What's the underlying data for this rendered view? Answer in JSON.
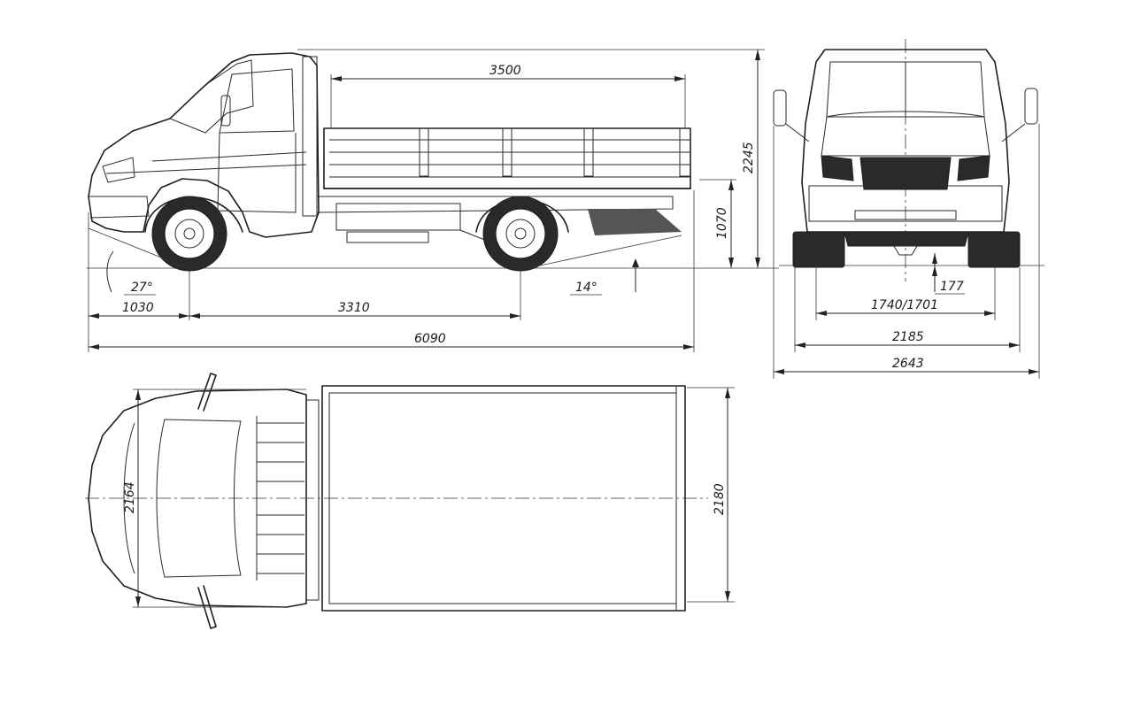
{
  "dimensions": {
    "side_view": {
      "cargo_body_length": "3500",
      "overall_height": "2245",
      "platform_height": "1070",
      "approach_angle": "27°",
      "departure_angle": "14°",
      "front_overhang": "1030",
      "wheelbase": "3310",
      "overall_length": "6090"
    },
    "front_view": {
      "ground_clearance": "177",
      "track_front_rear": "1740/1701",
      "body_width": "2185",
      "width_with_mirrors": "2643"
    },
    "top_view": {
      "cab_width": "2164",
      "cargo_body_width": "2180"
    }
  }
}
